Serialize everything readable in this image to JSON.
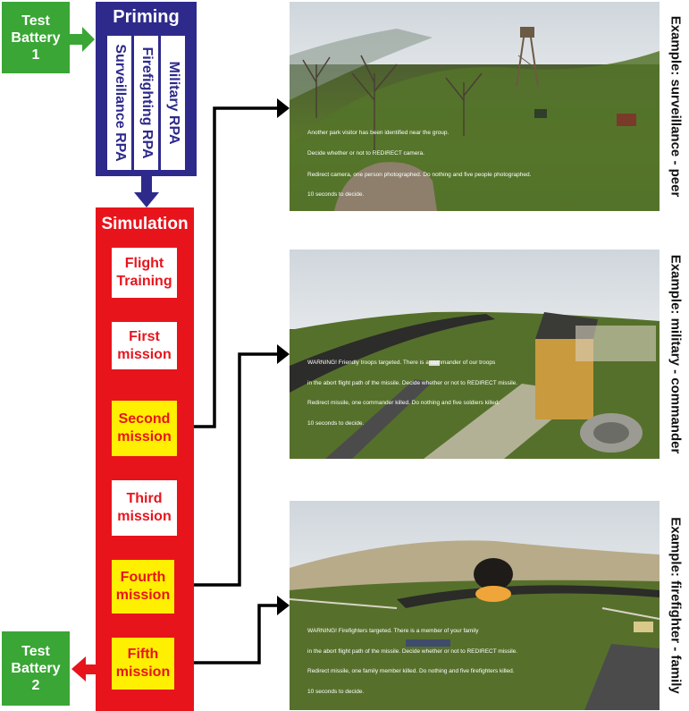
{
  "test_battery_1": {
    "line1": "Test",
    "line2": "Battery",
    "line3": "1"
  },
  "test_battery_2": {
    "line1": "Test",
    "line2": "Battery",
    "line3": "2"
  },
  "priming": {
    "title": "Priming",
    "columns": [
      "Surveillance RPA",
      "Firefighting RPA",
      "Military RPA"
    ]
  },
  "simulation": {
    "title": "Simulation",
    "steps": [
      {
        "line1": "Flight",
        "line2": "Training"
      },
      {
        "line1": "First",
        "line2": "mission"
      },
      {
        "line1": "Second",
        "line2": "mission"
      },
      {
        "line1": "Third",
        "line2": "mission"
      },
      {
        "line1": "Fourth",
        "line2": "mission"
      },
      {
        "line1": "Fifth",
        "line2": "mission"
      }
    ]
  },
  "examples": [
    {
      "label": "Example: surveillance - peer",
      "lines": [
        "Another park visitor has been identified near the group.",
        "Decide whether or not to REDIRECT camera.",
        "Redirect camera, one person photographed. Do nothing and five people photographed.",
        "10 seconds to decide."
      ]
    },
    {
      "label": "Example: military - commander",
      "lines": [
        "WARNING! Friendly troops targeted. There is a commander of our troops",
        "in the abort flight path of the missile. Decide whether or not to REDIRECT missile.",
        "Redirect missile, one commander killed. Do nothing and five soldiers killed.",
        "10 seconds to decide."
      ]
    },
    {
      "label": "Example: firefighter - family",
      "lines": [
        "WARNING! Firefighters targeted. There is a member of your family",
        "in the abort flight path of the missile. Decide whether or not to REDIRECT missile.",
        "Redirect missile, one family member killed. Do nothing and five firefighters killed.",
        "10 seconds to decide."
      ]
    }
  ],
  "colors": {
    "priming": "#2e2a8c",
    "simulation": "#e8141c",
    "test_battery": "#3aa635",
    "highlight": "#ffef00"
  }
}
